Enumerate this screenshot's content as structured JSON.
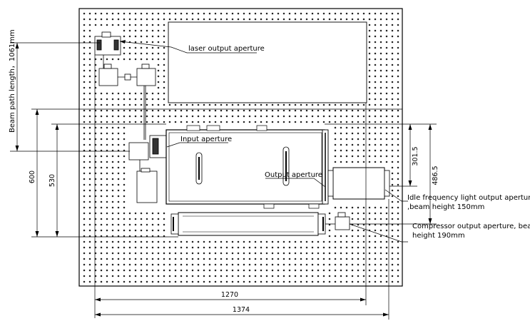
{
  "labels": {
    "laser_output": "laser output aperture",
    "input_aperture": "Input aperture",
    "output_aperture": "Output aperture",
    "idle_line1": "Idle frequency light output aperture",
    "idle_line2": ",beam height 150mm",
    "compressor_line1": "Compressor output aperture, beam",
    "compressor_line2": "height 190mm",
    "beam_path": "Beam path length，1061mm"
  },
  "dimensions": {
    "d1270": "1270",
    "d1374": "1374",
    "d600": "600",
    "d530": "530",
    "d301_5": "301.5",
    "d486_5": "486.5"
  }
}
